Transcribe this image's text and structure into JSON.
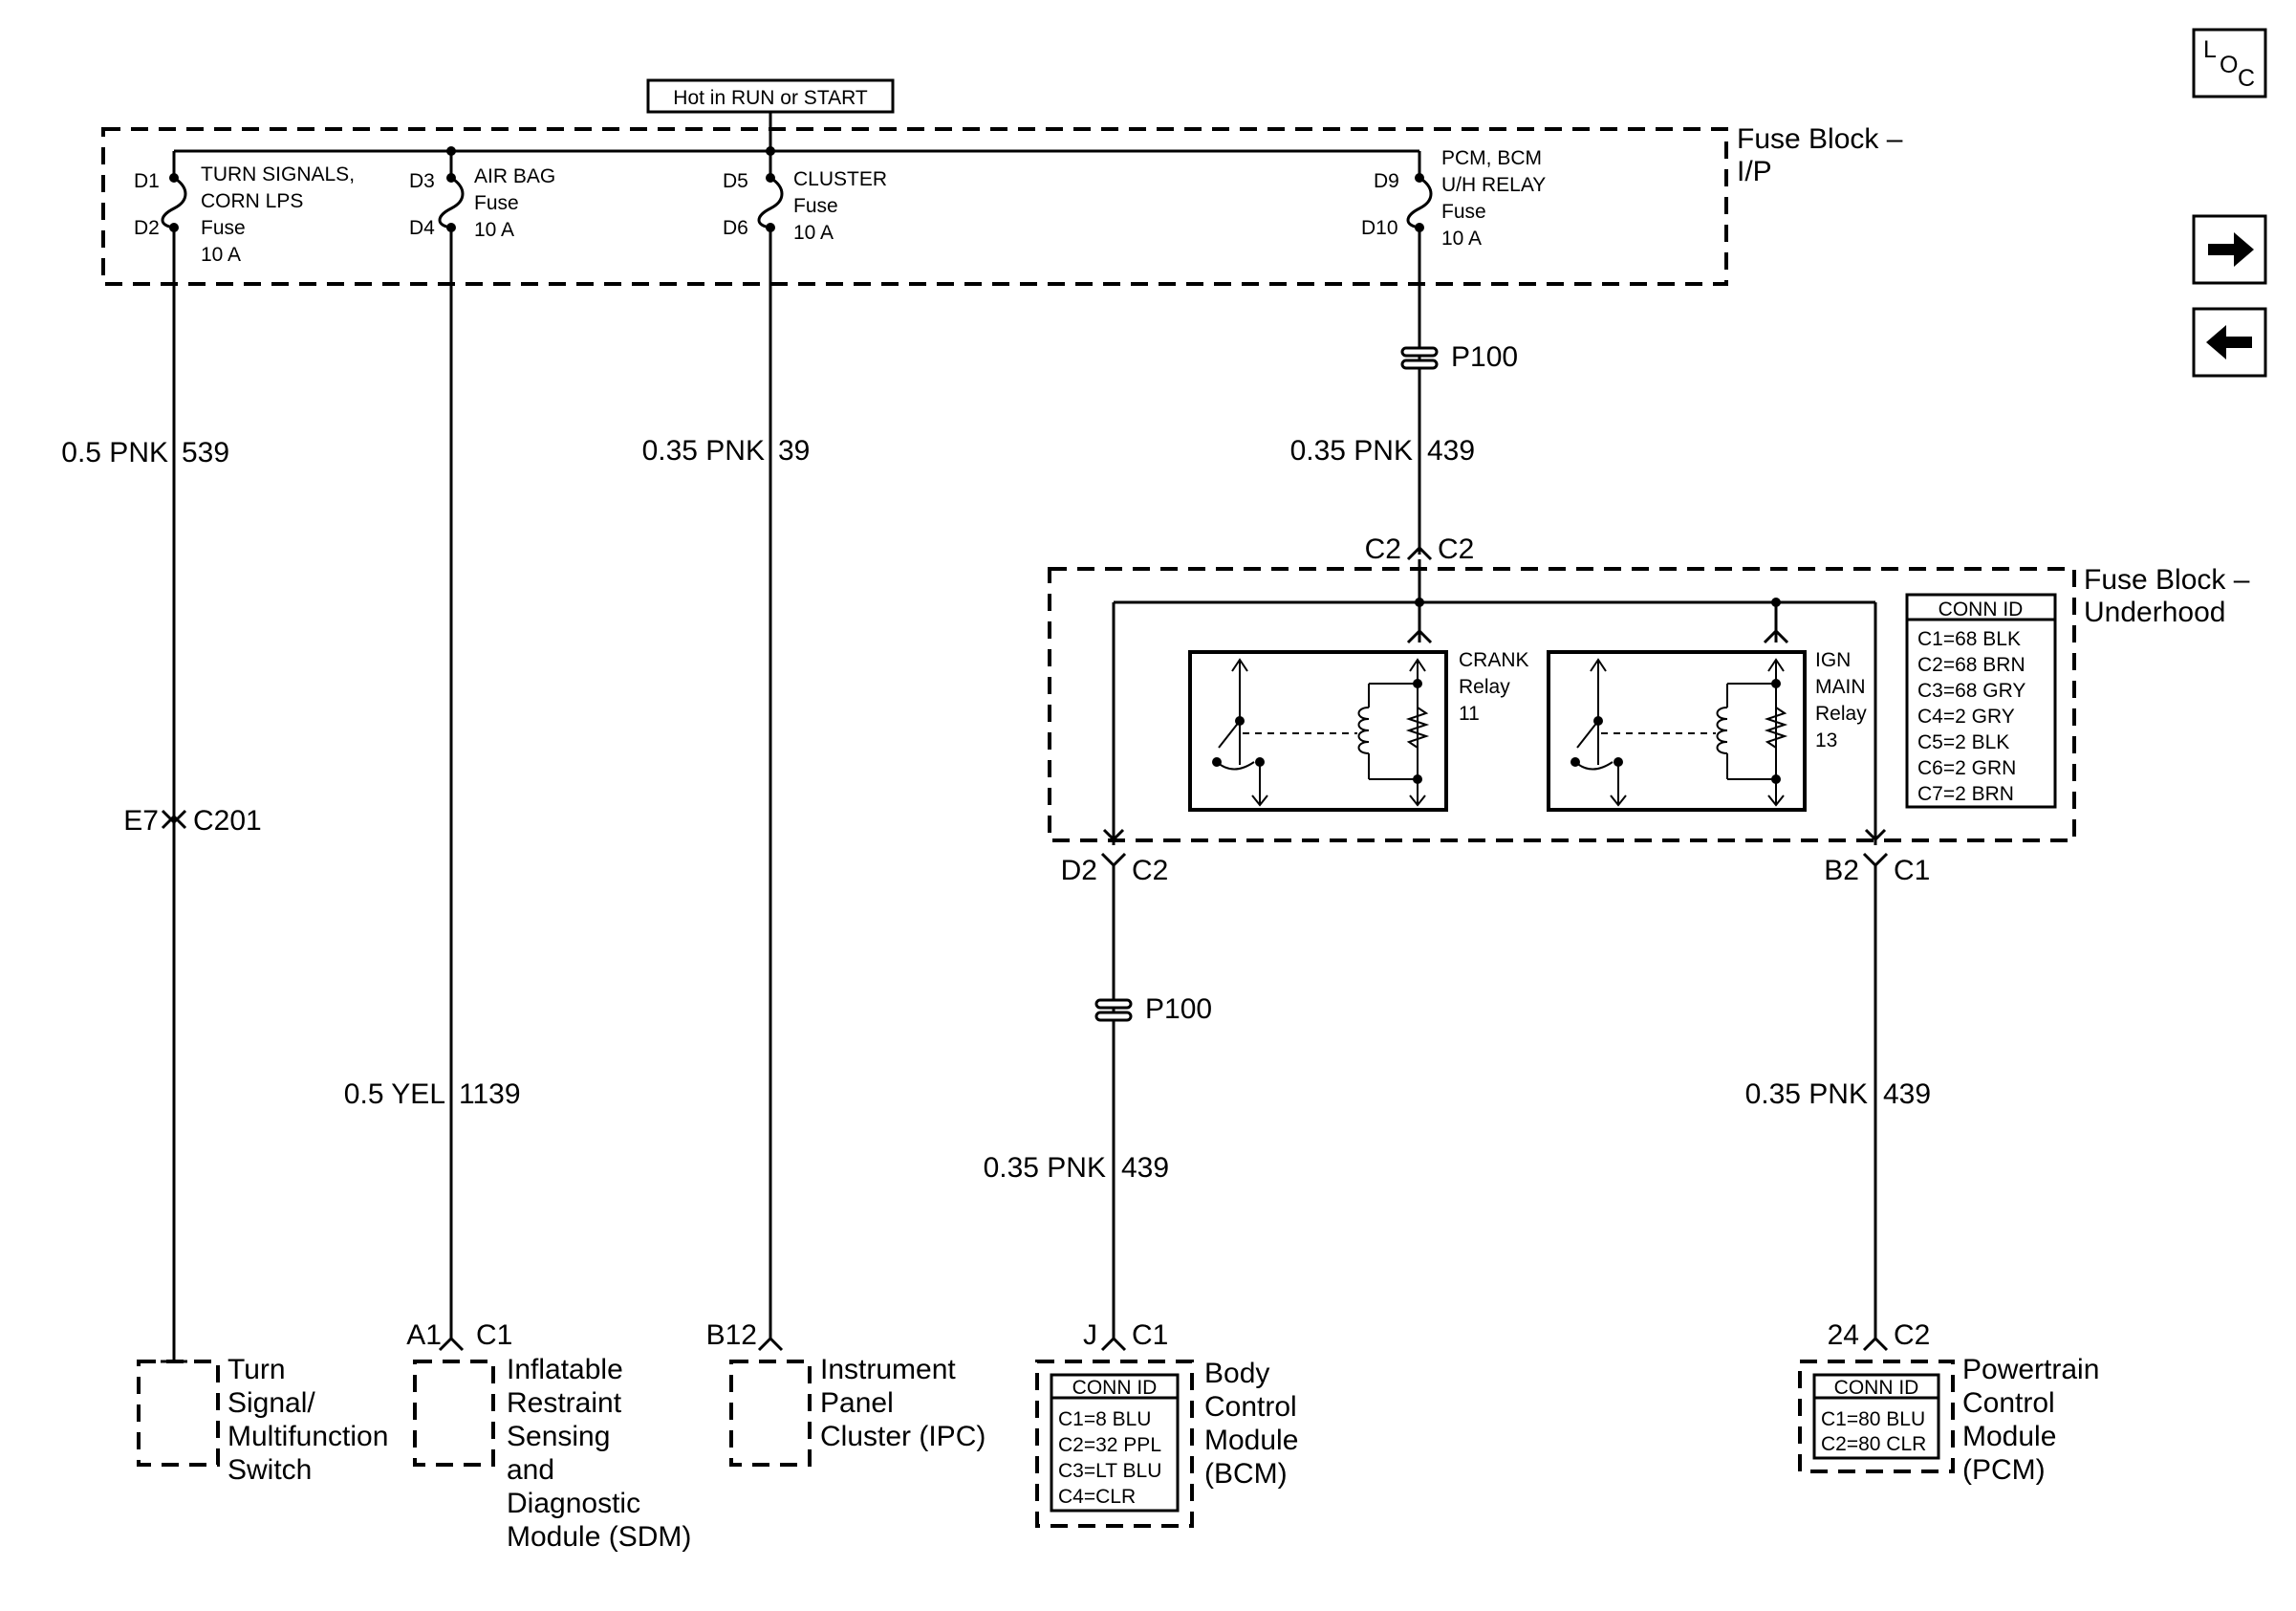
{
  "hot_label": "Hot in RUN or START",
  "fuse_block_ip": {
    "line1": "Fuse Block –",
    "line2": "I/P"
  },
  "fuse_block_uh": {
    "line1": "Fuse Block –",
    "line2": "Underhood"
  },
  "nav": {
    "loc_l": "L",
    "loc_o": "O",
    "loc_c": "C",
    "next_glyph": "➡",
    "prev_glyph": "⬅"
  },
  "fuses": {
    "turn": {
      "pin_top": "D1",
      "pin_bot": "D2",
      "l1": "TURN SIGNALS,",
      "l2": "CORN LPS",
      "l3": "Fuse",
      "l4": "10 A"
    },
    "airbag": {
      "pin_top": "D3",
      "pin_bot": "D4",
      "l1": "AIR BAG",
      "l2": "Fuse",
      "l3": "10 A"
    },
    "cluster": {
      "pin_top": "D5",
      "pin_bot": "D6",
      "l1": "CLUSTER",
      "l2": "Fuse",
      "l3": "10 A"
    },
    "pcm": {
      "pin_top": "D9",
      "pin_bot": "D10",
      "l1": "PCM, BCM",
      "l2": "U/H RELAY",
      "l3": "Fuse",
      "l4": "10 A"
    }
  },
  "wires": {
    "w539": {
      "gauge": "0.5 PNK",
      "circuit": "539"
    },
    "w39": {
      "gauge": "0.35 PNK",
      "circuit": "39"
    },
    "w439_top": {
      "gauge": "0.35 PNK",
      "circuit": "439"
    },
    "w1139": {
      "gauge": "0.5 YEL",
      "circuit": "1139"
    },
    "w439_bcm": {
      "gauge": "0.35 PNK",
      "circuit": "439"
    },
    "w439_pcm": {
      "gauge": "0.35 PNK",
      "circuit": "439"
    }
  },
  "splices": {
    "p100_top": "P100",
    "p100_bcm": "P100"
  },
  "connectors": {
    "c201": {
      "pin": "E7",
      "id": "C201"
    },
    "uh_in": {
      "left": "C2",
      "right": "C2"
    },
    "uh_bcm": {
      "pin": "D2",
      "id": "C2"
    },
    "uh_pcm": {
      "pin": "B2",
      "id": "C1"
    },
    "sdm": {
      "pin": "A1",
      "id": "C1"
    },
    "ipc": {
      "pin": "B12"
    },
    "bcm": {
      "pin": "J",
      "id": "C1"
    },
    "pcm": {
      "pin": "24",
      "id": "C2"
    }
  },
  "relays": {
    "crank": {
      "l1": "CRANK",
      "l2": "Relay",
      "l3": "11"
    },
    "ign": {
      "l1": "IGN",
      "l2": "MAIN",
      "l3": "Relay",
      "l4": "13"
    }
  },
  "conn_id_uh": {
    "title": "CONN ID",
    "rows": [
      "C1=68 BLK",
      "C2=68 BRN",
      "C3=68 GRY",
      "C4=2 GRY",
      "C5=2 BLK",
      "C6=2 GRN",
      "C7=2 BRN"
    ]
  },
  "conn_id_bcm": {
    "title": "CONN ID",
    "rows": [
      "C1=8 BLU",
      "C2=32 PPL",
      "C3=LT BLU",
      "C4=CLR"
    ]
  },
  "conn_id_pcm": {
    "title": "CONN ID",
    "rows": [
      "C1=80 BLU",
      "C2=80 CLR"
    ]
  },
  "components": {
    "turn_switch": [
      "Turn",
      "Signal/",
      "Multifunction",
      "Switch"
    ],
    "sdm": [
      "Inflatable",
      "Restraint",
      "Sensing",
      "and",
      "Diagnostic",
      "Module (SDM)"
    ],
    "ipc": [
      "Instrument",
      "Panel",
      "Cluster (IPC)"
    ],
    "bcm": [
      "Body",
      "Control",
      "Module",
      "(BCM)"
    ],
    "pcm": [
      "Powertrain",
      "Control",
      "Module",
      "(PCM)"
    ]
  }
}
